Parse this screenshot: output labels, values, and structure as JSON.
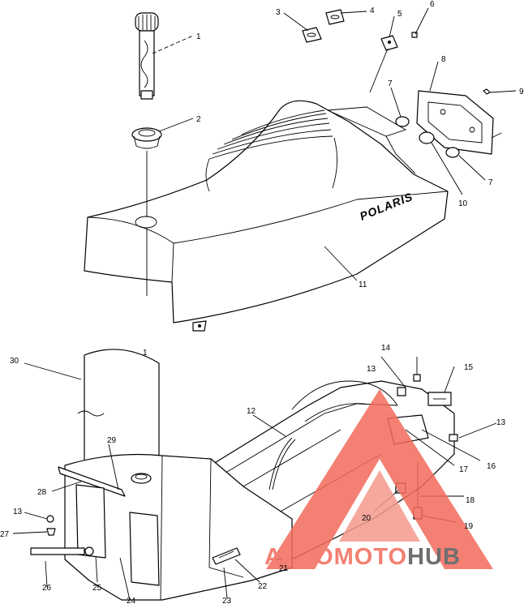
{
  "brand_label": "POLARIS",
  "callouts": [
    {
      "id": "c1",
      "text": "1"
    },
    {
      "id": "c2",
      "text": "2"
    },
    {
      "id": "c3",
      "text": "3"
    },
    {
      "id": "c4",
      "text": "4"
    },
    {
      "id": "c5",
      "text": "5"
    },
    {
      "id": "c6",
      "text": "6"
    },
    {
      "id": "c7a",
      "text": "7"
    },
    {
      "id": "c7b",
      "text": "7"
    },
    {
      "id": "c8",
      "text": "8"
    },
    {
      "id": "c9",
      "text": "9"
    },
    {
      "id": "c10",
      "text": "10"
    },
    {
      "id": "c11",
      "text": "11"
    },
    {
      "id": "c1b",
      "text": "1"
    },
    {
      "id": "c12",
      "text": "12"
    },
    {
      "id": "c13a",
      "text": "13"
    },
    {
      "id": "c13b",
      "text": "13"
    },
    {
      "id": "c13c",
      "text": "13"
    },
    {
      "id": "c14",
      "text": "14"
    },
    {
      "id": "c15",
      "text": "15"
    },
    {
      "id": "c16",
      "text": "16"
    },
    {
      "id": "c17",
      "text": "17"
    },
    {
      "id": "c18",
      "text": "18"
    },
    {
      "id": "c19",
      "text": "19"
    },
    {
      "id": "c20",
      "text": "20"
    },
    {
      "id": "c21",
      "text": "21"
    },
    {
      "id": "c22",
      "text": "22"
    },
    {
      "id": "c23",
      "text": "23"
    },
    {
      "id": "c24",
      "text": "24"
    },
    {
      "id": "c25",
      "text": "25"
    },
    {
      "id": "c26",
      "text": "26"
    },
    {
      "id": "c27",
      "text": "27"
    },
    {
      "id": "c28",
      "text": "28"
    },
    {
      "id": "c29",
      "text": "29"
    },
    {
      "id": "c30",
      "text": "30"
    }
  ],
  "watermark": {
    "part_a": "AUTO",
    "part_b": "MOTO",
    "part_c": "HUB",
    "color_primary": "#f26b5a",
    "color_secondary": "#555555"
  }
}
